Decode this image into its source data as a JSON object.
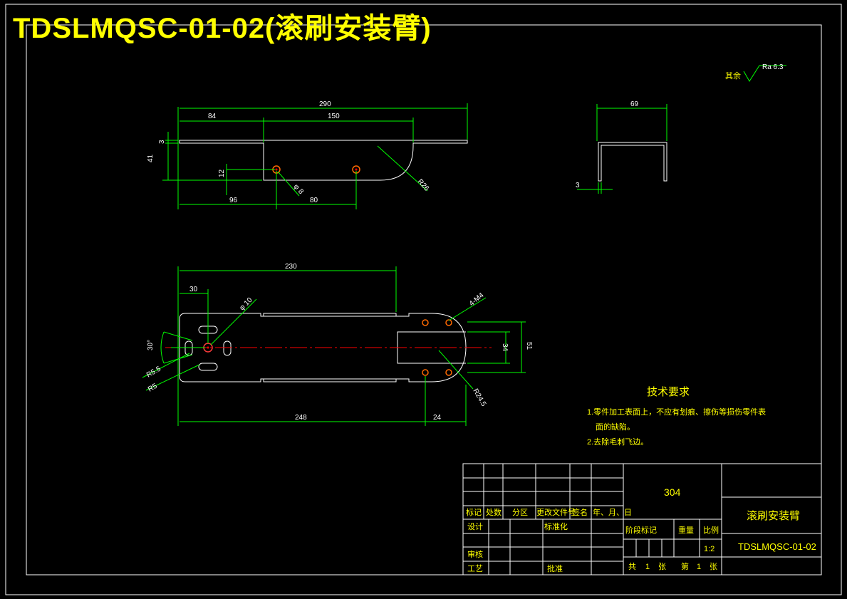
{
  "drawing_title": "TDSLMQSC-01-02(滚刷安装臂)",
  "surface_note": {
    "label": "其余",
    "roughness": "Ra 6.3"
  },
  "top_view": {
    "dims": {
      "overall": "290",
      "left": "84",
      "mid": "150",
      "height": "41",
      "thickness": "3",
      "hole_offset": "12",
      "hole_x": "96",
      "hole_pitch": "80",
      "hole_dia": "φ 8",
      "radius": "R26"
    }
  },
  "side_view": {
    "dims": {
      "width": "69",
      "thickness": "3"
    }
  },
  "plan_view": {
    "dims": {
      "length": "230",
      "first": "30",
      "big_hole": "φ 10",
      "overall": "248",
      "end": "24",
      "inner_w": "34",
      "outer_w": "51",
      "angle": "30°",
      "slot_r": "R5.5",
      "slot_r2": "R5",
      "end_r": "R24.5",
      "small_hole": "4-M4"
    }
  },
  "tech_req": {
    "title": "技术要求",
    "items": [
      "1.零件加工表面上，不应有划痕、擦伤等损伤零件表",
      "面的缺陷。",
      "2.去除毛刺飞边。"
    ]
  },
  "title_block": {
    "material": "304",
    "part_name": "滚刷安装臂",
    "drawing_no": "TDSLMQSC-01-02",
    "scale": "1:2",
    "headers": [
      "标记",
      "处数",
      "分区",
      "更改文件号",
      "签名",
      "年、月、日"
    ],
    "design": "设计",
    "standardize": "标准化",
    "review": "审核",
    "process": "工艺",
    "approve": "批准",
    "stage_mark": "阶段标记",
    "weight": "重量",
    "ratio": "比例",
    "sheets": {
      "total_label": "共",
      "total": "1",
      "sheet_unit": "张",
      "nth_label": "第",
      "nth": "1",
      "nth_unit": "张"
    }
  }
}
